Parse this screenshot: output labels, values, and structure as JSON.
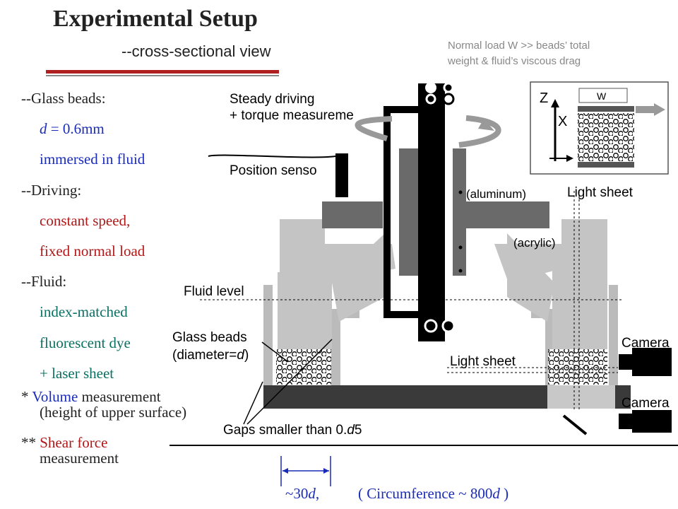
{
  "header": {
    "title": "Experimental Setup",
    "subtitle": "--cross-sectional view",
    "note_line1": "Normal load W >> beads’ total",
    "note_line2": "weight & fluid’s viscous drag"
  },
  "notes": {
    "glass_beads": "--Glass beads:",
    "d_prefix": "d",
    "d_value": " = 0.6mm",
    "immersed": "immersed in fluid",
    "driving": "--Driving:",
    "constant_speed": "constant speed,",
    "fixed_load": "fixed normal load",
    "fluid": "--Fluid:",
    "index_matched": "index-matched",
    "fluorescent": "fluorescent dye",
    "laser": "+ laser sheet",
    "volume_prefix": "* ",
    "volume_word": "Volume",
    "volume_rest": " measurement",
    "volume_sub": "(height of upper surface)",
    "shear_prefix": "** ",
    "shear_word": "Shear force",
    "shear_sub": "measurement"
  },
  "diagram": {
    "steady_driving": "Steady driving",
    "torque": "+ torque measureme",
    "position_sensor": "Position senso",
    "aluminum": "(aluminum)",
    "acrylic": "(acrylic)",
    "light_sheet_top": "Light sheet",
    "light_sheet_mid": "Light sheet",
    "fluid_level": "Fluid level",
    "glass_beads": "Glass beads",
    "diameter": "(diameter=",
    "diameter_d": "d",
    "diameter_close": ")",
    "gaps": "Gaps smaller than 0.",
    "gaps_d": "d",
    "gaps_end": "5",
    "camera1": "Camera",
    "camera2": "Camera",
    "inset_z": "Z",
    "inset_x": "X",
    "inset_w": "W"
  },
  "footer": {
    "spacing_prefix": "~30",
    "spacing_d": "d",
    "spacing_suffix": ",",
    "circ_prefix": "( Circumference ~ 800",
    "circ_d": "d",
    "circ_suffix": " )"
  }
}
